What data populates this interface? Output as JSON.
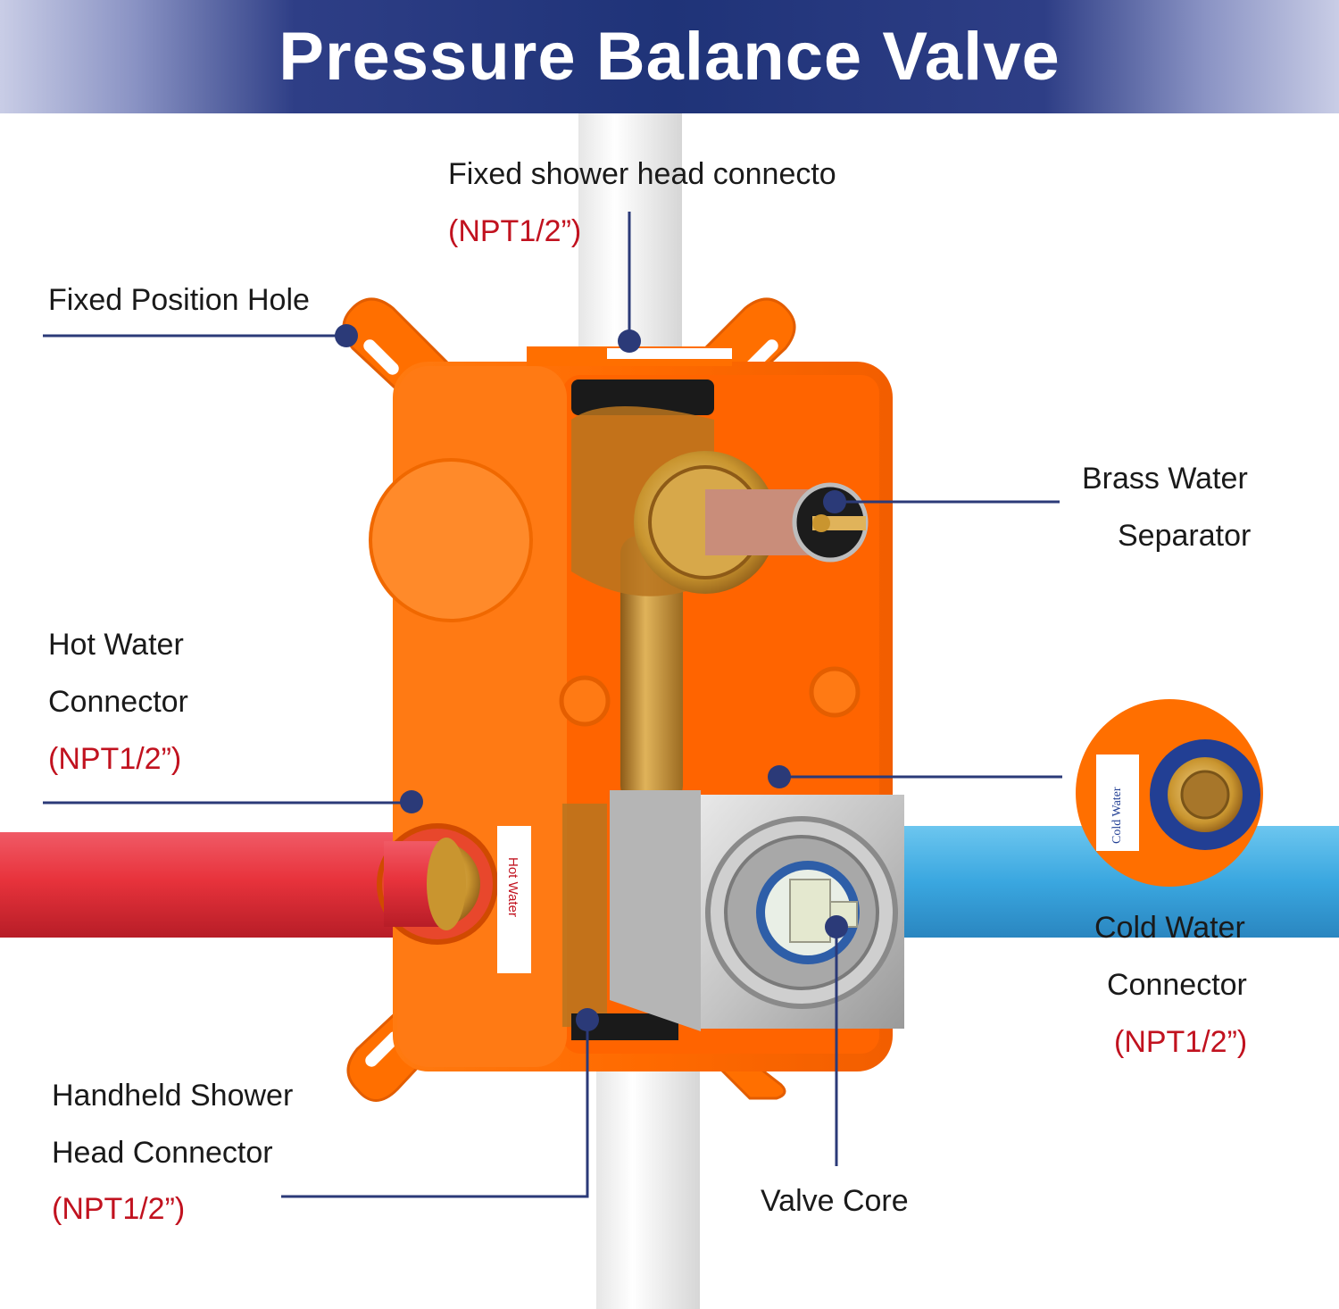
{
  "title": "Pressure Balance Valve",
  "labels": {
    "fixed_shower_head": {
      "line1": "Fixed shower head connecto",
      "spec": "(NPT1/2”)"
    },
    "fixed_position_hole": {
      "line1": "Fixed Position Hole"
    },
    "brass_separator": {
      "line1": "Brass Water",
      "line2": "Separator"
    },
    "hot_water": {
      "line1": "Hot Water",
      "line2": "Connector",
      "spec": "(NPT1/2”)"
    },
    "cold_water": {
      "line1": "Cold Water",
      "line2": "Connector",
      "spec": "(NPT1/2”)"
    },
    "handheld_shower": {
      "line1": "Handheld Shower",
      "line2": "Head Connector",
      "spec": "(NPT1/2”)"
    },
    "valve_core": {
      "line1": "Valve Core"
    }
  },
  "stickers": {
    "hot": "Hot Water",
    "cold": "Cold Water"
  },
  "colors": {
    "header": "#1f3378",
    "leader_line": "#2b3a78",
    "spec_text": "#c1121f",
    "box_orange": "#ff6f00",
    "hot_pipe": "#e8333c",
    "cold_pipe": "#3aa7e0",
    "brass": "#c9952f"
  }
}
